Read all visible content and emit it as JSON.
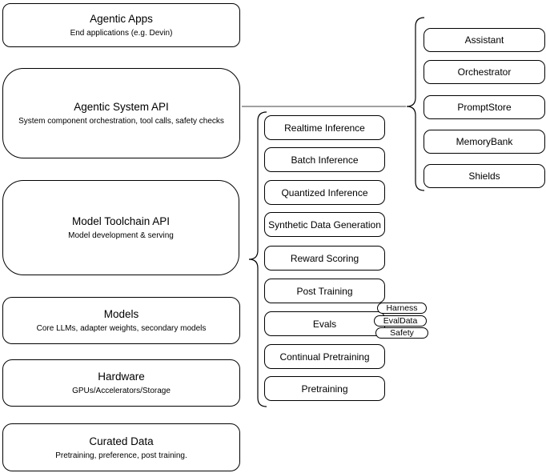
{
  "diagram": {
    "background": "#ffffff",
    "stroke_color": "#000000",
    "connector_color": "#808080"
  },
  "stack": {
    "agentic_apps": {
      "title": "Agentic Apps",
      "subtitle": "End applications (e.g. Devin)"
    },
    "agentic_system_api": {
      "title": "Agentic System API",
      "subtitle": "System component orchestration, tool calls, safety checks"
    },
    "model_toolchain_api": {
      "title": "Model Toolchain API",
      "subtitle": "Model development & serving"
    },
    "models": {
      "title": "Models",
      "subtitle": "Core LLMs, adapter weights, secondary models"
    },
    "hardware": {
      "title": "Hardware",
      "subtitle": "GPUs/Accelerators/Storage"
    },
    "curated_data": {
      "title": "Curated Data",
      "subtitle": "Pretraining, preference, post training."
    }
  },
  "toolchain_capabilities": [
    "Realtime Inference",
    "Batch Inference",
    "Quantized Inference",
    "Synthetic Data Generation",
    "Reward Scoring",
    "Post Training",
    "Evals",
    "Continual Pretraining",
    "Pretraining"
  ],
  "eval_tags": [
    "Harness",
    "EvalData",
    "Safety"
  ],
  "system_components": [
    "Assistant",
    "Orchestrator",
    "PromptStore",
    "MemoryBank",
    "Shields"
  ]
}
